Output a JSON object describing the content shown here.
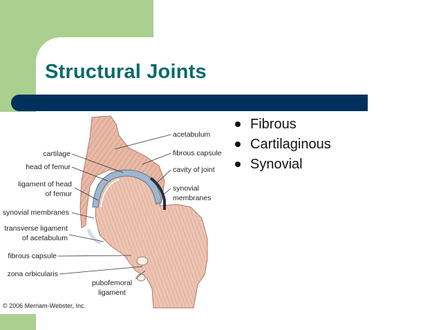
{
  "slide": {
    "title": "Structural Joints",
    "bullets": [
      "Fibrous",
      "Cartilaginous",
      "Synovial"
    ]
  },
  "figure": {
    "labels_left": {
      "cartilage": "cartilage",
      "head_of_femur": "head of femur",
      "ligament_head_1": "ligament of head",
      "ligament_head_2": "of femur",
      "synovial_membranes": "synovial membranes",
      "transverse_1": "transverse ligament",
      "transverse_2": "of acetabulum",
      "fibrous_capsule": "fibrous capsule",
      "zona_orbicularis": "zona orbicularis"
    },
    "labels_right": {
      "acetabulum": "acetabulum",
      "fibrous_capsule": "fibrous capsule",
      "cavity_of_joint": "cavity of joint",
      "synovial_1": "synovial",
      "synovial_2": "membranes"
    },
    "labels_bottom": {
      "pubofemoral_1": "pubofemoral",
      "pubofemoral_2": "ligament"
    },
    "credit": "© 2006 Merriam-Webster, Inc."
  },
  "colors": {
    "accent_green": "#a9d08e",
    "title_teal": "#0b6a6a",
    "bar_navy": "#00305e"
  }
}
